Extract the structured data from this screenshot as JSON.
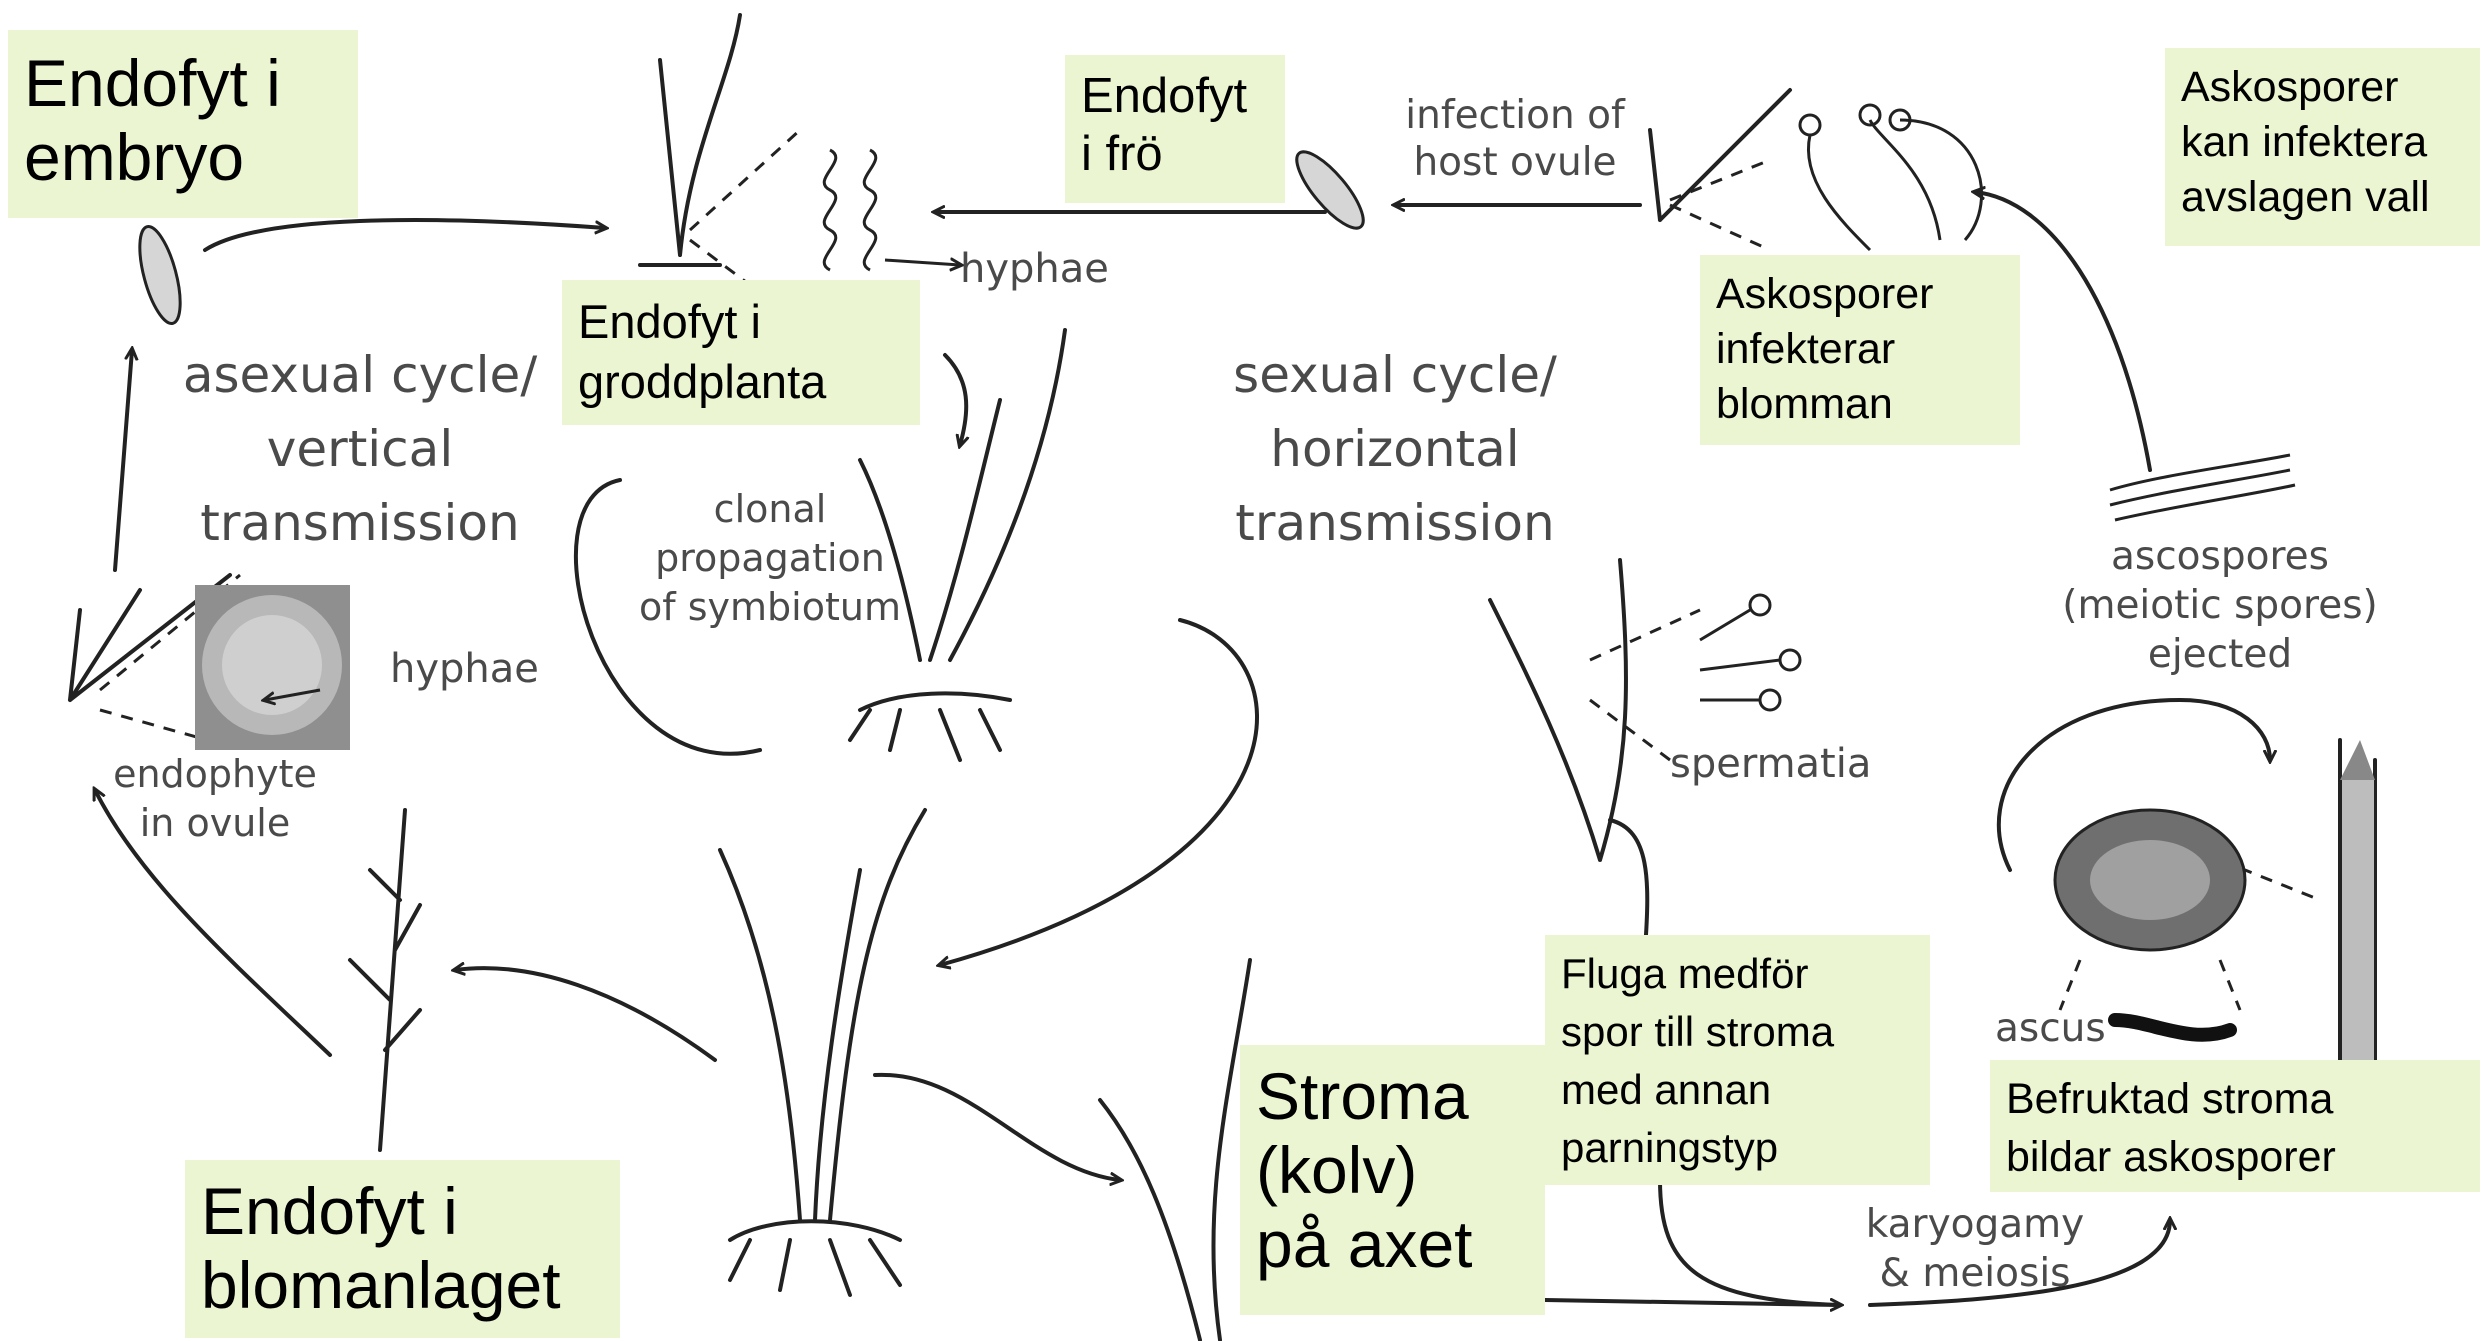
{
  "labels": {
    "infection_host_ovule": "infection of\nhost ovule",
    "hyphae_top": "hyphae",
    "asexual_cycle": "asexual cycle/\nvertical\ntransmission",
    "sexual_cycle": "sexual cycle/\nhorizontal\ntransmission",
    "clonal_propagation": "clonal\npropagation\nof symbiotum",
    "hyphae_left": "hyphae",
    "endophyte_in_ovule": "endophyte\nin ovule",
    "spermatia": "spermatia",
    "ascospores_ejected": "ascospores\n(meiotic spores)\nejected",
    "ascus": "ascus",
    "karyogamy": "karyogamy\n& meiosis"
  },
  "boxes": {
    "endofyt_embryo": "Endofyt i\nembryo",
    "endofyt_fro": "Endofyt\ni frö",
    "askosporer_kan": "Askosporer\nkan infektera\navslagen vall",
    "askosporer_infekterar": "Askosporer\ninfekterar\nblomman",
    "endofyt_groddplanta": "Endofyt i\ngroddplanta",
    "fluga": "Fluga medför\nspor till stroma\nmed annan\nparningstyp",
    "stroma": "Stroma\n(kolv)\npå axet",
    "befruktad": "Befruktad stroma\nbildar askosporer",
    "endofyt_blomanlaget": "Endofyt i\nblomanlaget"
  },
  "colors": {
    "box_fill": "#ebf5d2",
    "line": "#222222",
    "label_text": "#4a4a4a"
  }
}
